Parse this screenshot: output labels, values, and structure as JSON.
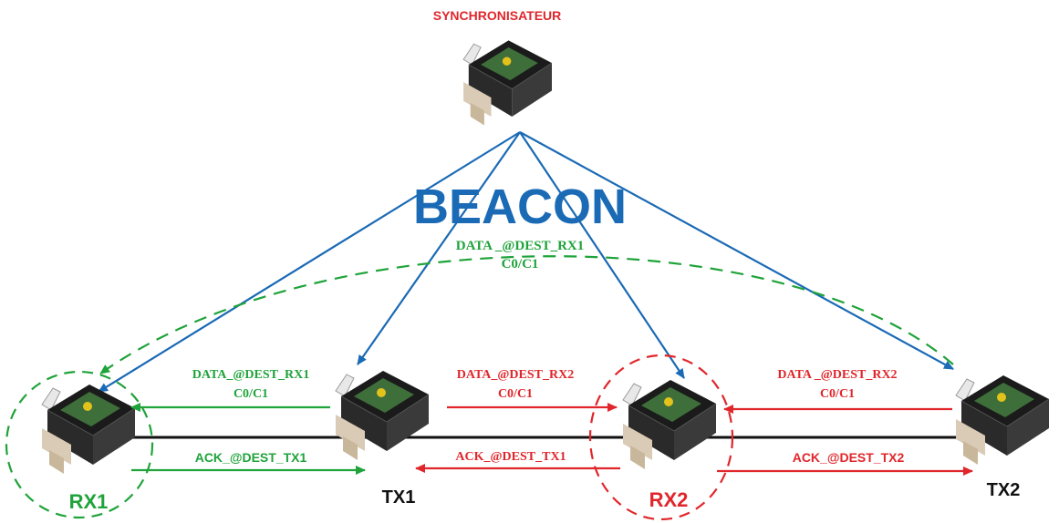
{
  "title": "SYNCHRONISATEUR",
  "beacon_label": "BEACON",
  "nodes": {
    "sync": "",
    "rx1": "RX1",
    "tx1": "TX1",
    "rx2": "RX2",
    "tx2": "TX2"
  },
  "messages": {
    "top_data": "DATA _@DEST_RX1",
    "top_channel": "C0/C1",
    "tx1_rx1_data": "DATA_@DEST_RX1",
    "tx1_rx1_channel": "C0/C1",
    "rx1_tx1_ack": "ACK_@DEST_TX1",
    "tx1_rx2_data": "DATA_@DEST_RX2",
    "tx1_rx2_channel": "C0/C1",
    "rx2_tx1_ack": "ACK_@DEST_TX1",
    "tx2_rx2_data": "DATA _@DEST_RX2",
    "tx2_rx2_channel": "C0/C1",
    "rx2_tx2_ack": "ACK_@DEST_TX2"
  },
  "colors": {
    "beacon": "#1a6ab5",
    "green": "#1fa33a",
    "red": "#e0262b",
    "black": "#111111",
    "title": "#e0262b"
  }
}
